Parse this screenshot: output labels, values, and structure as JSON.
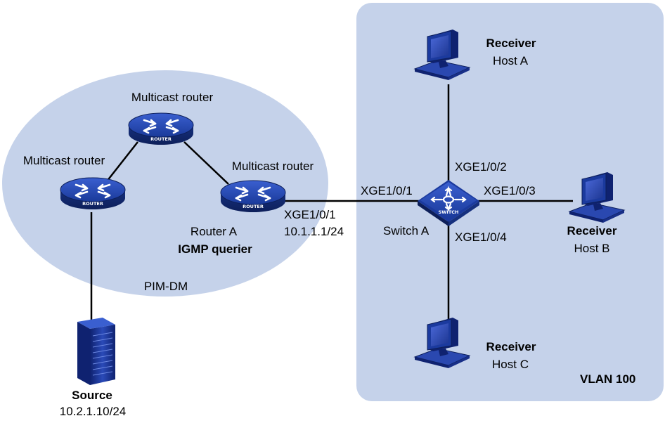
{
  "colors": {
    "vlan_area": "#c5d2ea",
    "pim_area": "#c5d2ea",
    "device_blue": "#1b3a9e",
    "line": "#000000"
  },
  "pim_domain": {
    "label": "PIM-DM",
    "routers": [
      {
        "id": "mr-top",
        "label": "Multicast router",
        "icon_text": "ROUTER"
      },
      {
        "id": "mr-left",
        "label": "Multicast router",
        "icon_text": "ROUTER"
      },
      {
        "id": "router-a",
        "label": "Multicast router",
        "icon_text": "ROUTER",
        "name": "Router A",
        "role": "IGMP querier",
        "port": "XGE1/0/1",
        "ip": "10.1.1.1/24"
      }
    ]
  },
  "source": {
    "label": "Source",
    "ip": "10.2.1.10/24",
    "icon": "server-icon"
  },
  "switch": {
    "name": "Switch A",
    "icon_text": "SWITCH",
    "ports": {
      "to_router": "XGE1/0/1",
      "to_host_a": "XGE1/0/2",
      "to_host_b": "XGE1/0/3",
      "to_host_c": "XGE1/0/4"
    }
  },
  "vlan": {
    "label": "VLAN 100"
  },
  "hosts": [
    {
      "id": "host-a",
      "role": "Receiver",
      "name": "Host A",
      "icon": "computer-icon"
    },
    {
      "id": "host-b",
      "role": "Receiver",
      "name": "Host B",
      "icon": "computer-icon"
    },
    {
      "id": "host-c",
      "role": "Receiver",
      "name": "Host C",
      "icon": "computer-icon"
    }
  ]
}
